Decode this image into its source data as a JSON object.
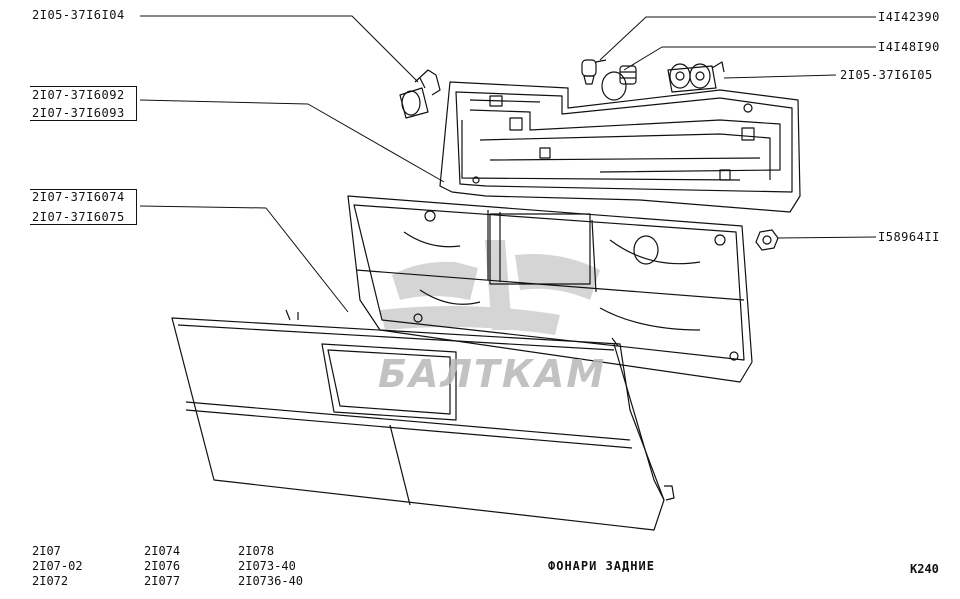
{
  "parts": {
    "p1": "2I05-37I6I04",
    "p2a": "2I07-37I6092",
    "p2b": "2I07-37I6093",
    "p3a": "2I07-37I6074",
    "p3b": "2I07-37I6075",
    "p4": "I4I42390",
    "p5": "I4I48I90",
    "p6": "2I05-37I6I05",
    "p7": "I58964II"
  },
  "models": {
    "col1": [
      "2I07",
      "2I07-02",
      "2I072"
    ],
    "col2": [
      "2I074",
      "2I076",
      "2I077"
    ],
    "col3": [
      "2I078",
      "2I073-40",
      "2I0736-40"
    ]
  },
  "title": "ФОНАРИ  ЗАДНИЕ",
  "page_code": "К240",
  "watermark": "БАЛТКАМ"
}
